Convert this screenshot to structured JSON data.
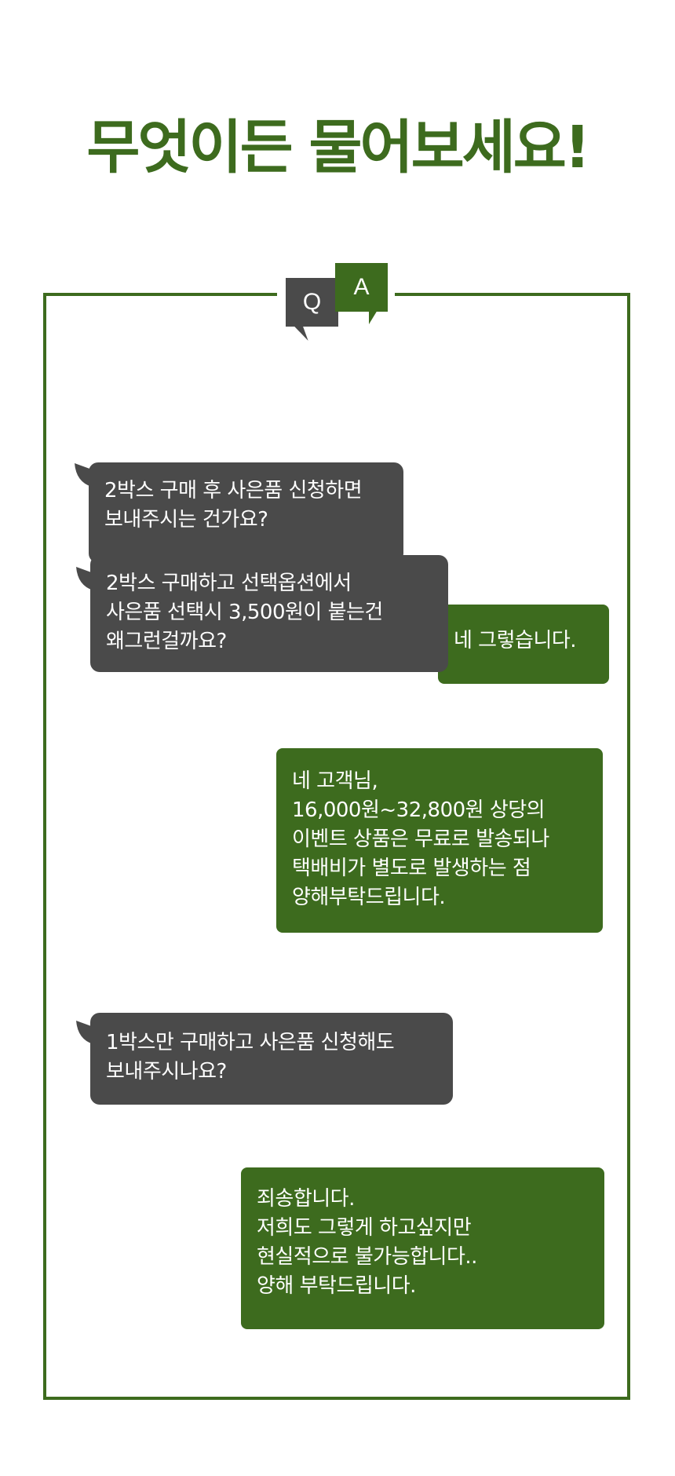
{
  "title": "무엇이든 물어보세요!",
  "tags": {
    "q": "Q",
    "a": "A"
  },
  "colors": {
    "green": "#3d6b1e",
    "dark": "#4a4a4a"
  },
  "messages": [
    {
      "role": "question",
      "text": "2박스 구매 후 사은품 신청하면\n보내주시는 건가요?"
    },
    {
      "role": "answer",
      "text": "네 그렇습니다."
    },
    {
      "role": "question",
      "text": "2박스 구매하고 선택옵션에서\n사은품 선택시 3,500원이 붙는건\n왜그런걸까요?"
    },
    {
      "role": "answer",
      "text": "네 고객님,\n16,000원~32,800원 상당의\n이벤트 상품은 무료로 발송되나\n택배비가 별도로 발생하는 점\n양해부탁드립니다."
    },
    {
      "role": "question",
      "text": " 1박스만 구매하고 사은품 신청해도\n보내주시나요?"
    },
    {
      "role": "answer",
      "text": "죄송합니다.\n저희도 그렇게 하고싶지만\n현실적으로 불가능합니다..\n양해 부탁드립니다."
    }
  ]
}
